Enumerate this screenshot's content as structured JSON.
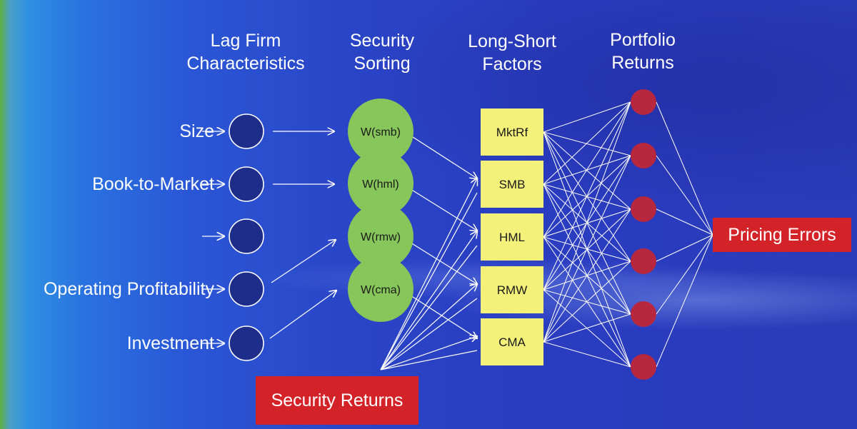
{
  "headings": {
    "characteristics": [
      "Lag Firm",
      "Characteristics"
    ],
    "sorting": [
      "Security",
      "Sorting"
    ],
    "factors": [
      "Long-Short",
      "Factors"
    ],
    "portfolios": [
      "Portfolio",
      "Returns"
    ]
  },
  "inputs": [
    {
      "label": "Size"
    },
    {
      "label": "Book-to-Market"
    },
    {
      "label": ""
    },
    {
      "label": "Operating Profitability"
    },
    {
      "label": "Investment"
    }
  ],
  "arrow_glyph": "→",
  "sorting_nodes": [
    "W(smb)",
    "W(hml)",
    "W(rmw)",
    "W(cma)"
  ],
  "factor_boxes": [
    "MktRf",
    "SMB",
    "HML",
    "RMW",
    "CMA"
  ],
  "portfolio_node_count": 6,
  "security_returns_label": "Security Returns",
  "pricing_errors_label": "Pricing Errors",
  "colors": {
    "input_node": "#1e2d8a",
    "sorting_node": "#86c65a",
    "factor_box": "#f3f17a",
    "portfolio_node": "#b7283f",
    "red_box": "#d42229"
  }
}
